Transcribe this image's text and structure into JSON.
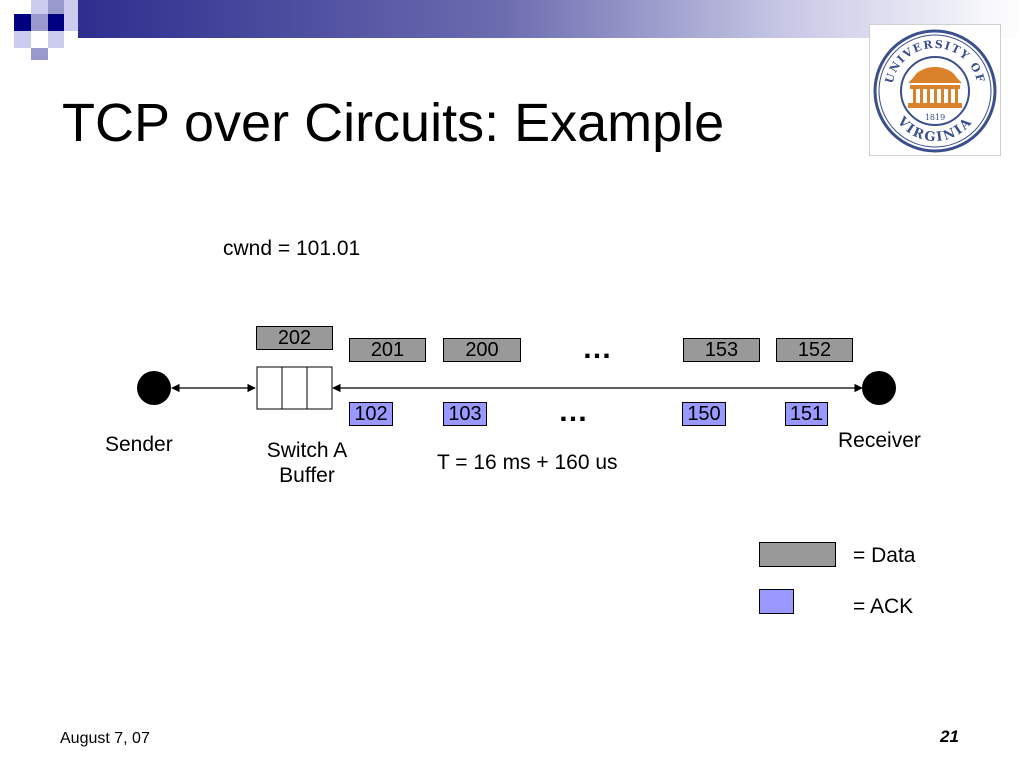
{
  "slide": {
    "title": "TCP over Circuits: Example",
    "cwnd_label": "cwnd = 101.01",
    "sender_label": "Sender",
    "receiver_label": "Receiver",
    "switch_label": "Switch A Buffer",
    "switch_label_line1": "Switch A",
    "switch_label_line2": "Buffer",
    "delay_label": "T = 16 ms + 160 us",
    "buffer_packet": "202",
    "data_packets": [
      "201",
      "200",
      "153",
      "152"
    ],
    "ack_packets": [
      "102",
      "103",
      "150",
      "151"
    ],
    "ellipsis": "…",
    "legend": {
      "data_label": "= Data",
      "ack_label": "= ACK"
    },
    "colors": {
      "data": "#999999",
      "ack": "#9999ff",
      "header_navy": "#000080"
    },
    "logo": {
      "top_text": "UNIVERSITY OF",
      "bottom_text": "VIRGINIA",
      "year": "1819"
    },
    "footer": {
      "date": "August 7, 07",
      "page_number": "21"
    }
  }
}
